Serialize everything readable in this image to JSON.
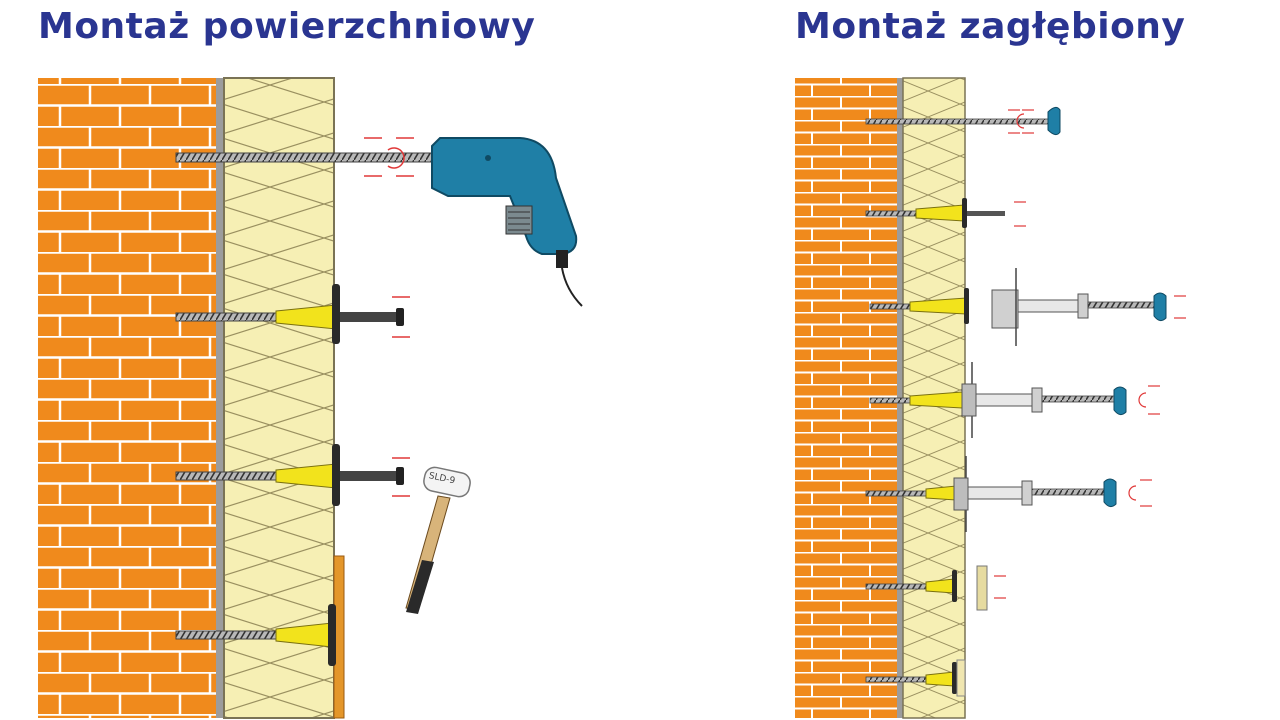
{
  "titles": {
    "surface": "Montaż powierzchniowy",
    "recessed": "Montaż zagłębiony"
  },
  "hammer_label": "SLD-9",
  "colors": {
    "title": "#2a3591",
    "brick": "#f08a1c",
    "mortar": "#ffffff",
    "insulation": "#f6efb4",
    "anchor_yellow": "#f2e31c",
    "drill_blue": "#1f7fa6",
    "arrow_red": "#e03838"
  }
}
